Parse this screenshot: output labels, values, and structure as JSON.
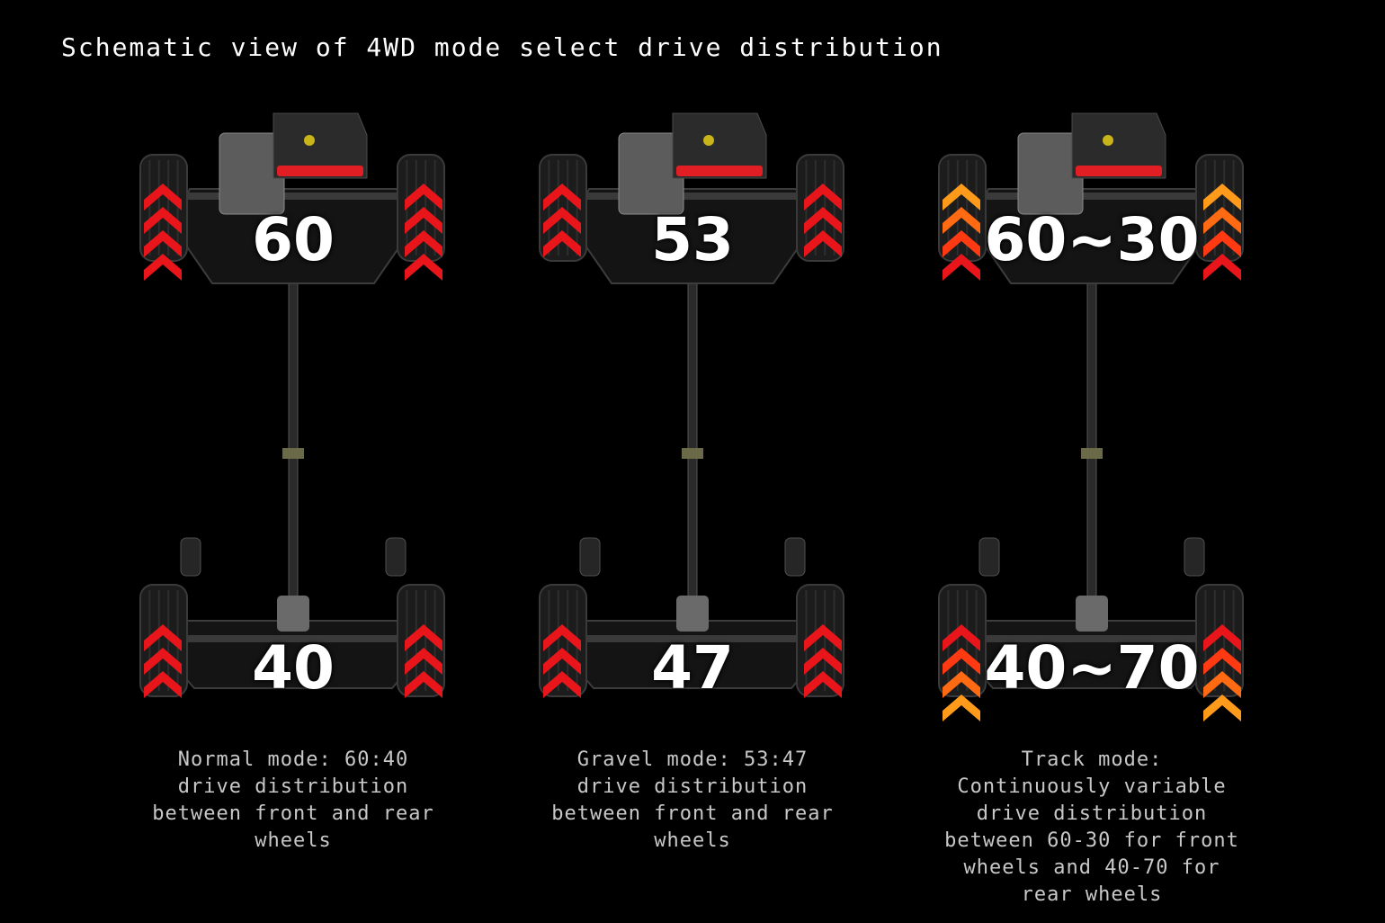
{
  "title": "Schematic view of 4WD mode select drive distribution",
  "panels": [
    {
      "mode": "normal",
      "front": "60",
      "rear": "40",
      "caption": "Normal mode: 60:40\ndrive distribution\nbetween front and rear\nwheels",
      "front_arrows": [
        "#e8161b",
        "#e8161b",
        "#e8161b",
        "#e8161b"
      ],
      "rear_arrows": [
        "#e8161b",
        "#e8161b",
        "#e8161b"
      ]
    },
    {
      "mode": "gravel",
      "front": "53",
      "rear": "47",
      "caption": "Gravel mode: 53:47\ndrive distribution\nbetween front and rear\nwheels",
      "front_arrows": [
        "#e8161b",
        "#e8161b",
        "#e8161b"
      ],
      "rear_arrows": [
        "#e8161b",
        "#e8161b",
        "#e8161b"
      ]
    },
    {
      "mode": "track",
      "front": "60~30",
      "rear": "40~70",
      "caption": "Track mode:\nContinuously variable\ndrive distribution\nbetween 60-30 for front\nwheels and 40-70 for\nrear wheels",
      "front_arrows": [
        "#ff9a1a",
        "#ff6a12",
        "#ff3a12",
        "#e8161b"
      ],
      "rear_arrows": [
        "#e8161b",
        "#ff3a12",
        "#ff6a12",
        "#ff9a1a"
      ]
    }
  ],
  "colors": {
    "arrow_red": "#e8161b",
    "engine_accent": "#e01e24",
    "background": "#000000"
  }
}
